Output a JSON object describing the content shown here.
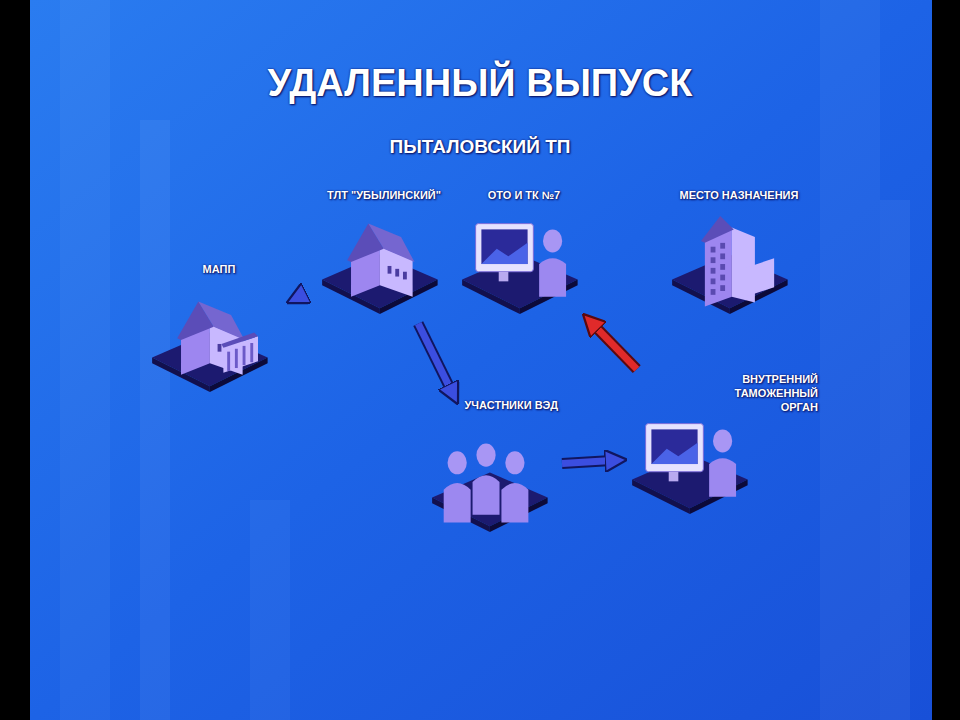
{
  "diagram": {
    "title": "УДАЛЕННЫЙ ВЫПУСК",
    "nodes": [
      {
        "text": [
          "МАПП"
        ]
      },
      {
        "text": [
          "ТЛТ \"УБЫЛИНСКИЙ\""
        ]
      },
      {
        "text": [
          "ОТО И ТК №7"
        ]
      },
      {
        "text": [
          "МЕСТО НАЗНАЧЕНИЯ"
        ]
      },
      {
        "text": [
          "УЧАСТНИКИ ВЭД"
        ]
      },
      {
        "text": [
          "ВНУТРЕННИЙ ТАМОЖЕННЫЙ ОРГАН"
        ]
      }
    ],
    "edges": [
      {
        "from": 0,
        "to": 1,
        "arrow": "to"
      },
      {
        "from": 1,
        "to": 4,
        "arrow": "to"
      },
      {
        "from": 4,
        "to": 5,
        "arrow": "to"
      },
      {
        "from": 5,
        "to": 2,
        "arrow": "to"
      }
    ],
    "labels": [
      "ПЫТАЛОВСКИЙ ТП"
    ]
  }
}
